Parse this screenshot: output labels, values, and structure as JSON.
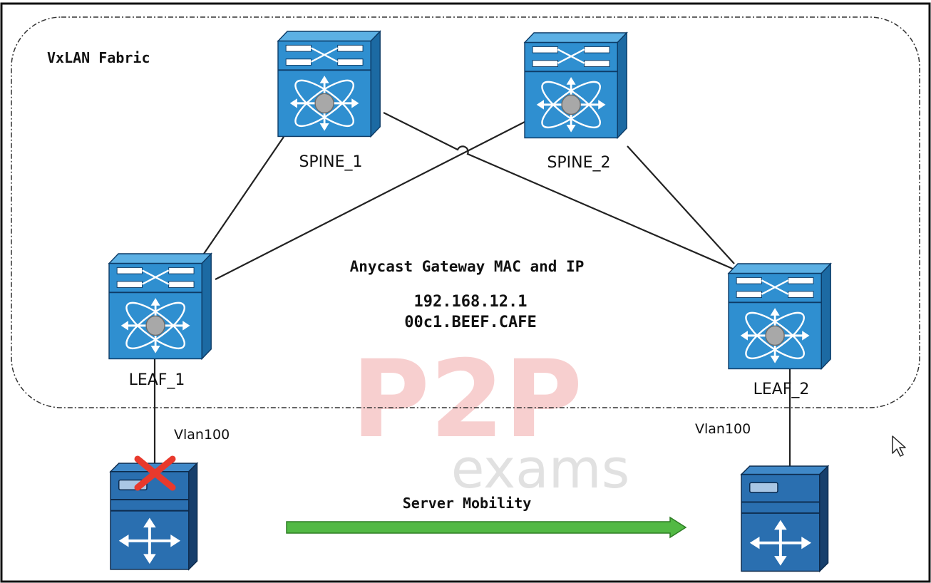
{
  "diagram": {
    "fabric_label": "VxLAN Fabric",
    "nodes": {
      "spine_1": "SPINE_1",
      "spine_2": "SPINE_2",
      "leaf_1": "LEAF_1",
      "leaf_2": "LEAF_2"
    },
    "anycast": {
      "title": "Anycast Gateway MAC and IP",
      "ip": "192.168.12.1",
      "mac": "00c1.BEEF.CAFE"
    },
    "vlan_left": "Vlan100",
    "vlan_right": "Vlan100",
    "mobility_label": "Server Mobility",
    "watermark": {
      "logo_top": "P2P",
      "logo_bottom": "exams"
    },
    "colors": {
      "switch_face": "#2f8fd0",
      "switch_top": "#5cb0e4",
      "switch_side": "#1c6aa3",
      "server_face": "#2a6fb0",
      "server_side": "#173f6c",
      "arrow": "#52b944",
      "fail_mark": "#e8392c",
      "links": "#222222"
    },
    "icons": [
      "nexus-switch-icon",
      "server-icon",
      "failure-x-icon",
      "mouse-cursor-icon"
    ]
  }
}
